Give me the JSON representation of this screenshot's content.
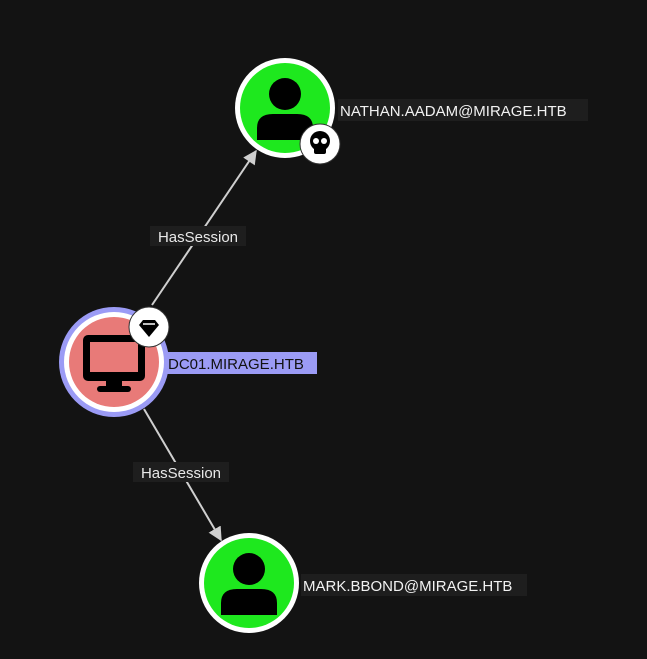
{
  "graph": {
    "nodes": [
      {
        "id": "nathan",
        "label": "NATHAN.AADAM@MIRAGE.HTB",
        "type": "user",
        "badge": "skull-icon",
        "color": "#1ee81e"
      },
      {
        "id": "dc01",
        "label": "DC01.MIRAGE.HTB",
        "type": "computer",
        "badge": "gem-icon",
        "color": "#e87a78",
        "selected": true,
        "highlight": "#9b9bf5"
      },
      {
        "id": "mark",
        "label": "MARK.BBOND@MIRAGE.HTB",
        "type": "user",
        "color": "#1ee81e"
      }
    ],
    "edges": [
      {
        "from": "dc01",
        "to": "nathan",
        "label": "HasSession"
      },
      {
        "from": "dc01",
        "to": "mark",
        "label": "HasSession"
      }
    ]
  }
}
